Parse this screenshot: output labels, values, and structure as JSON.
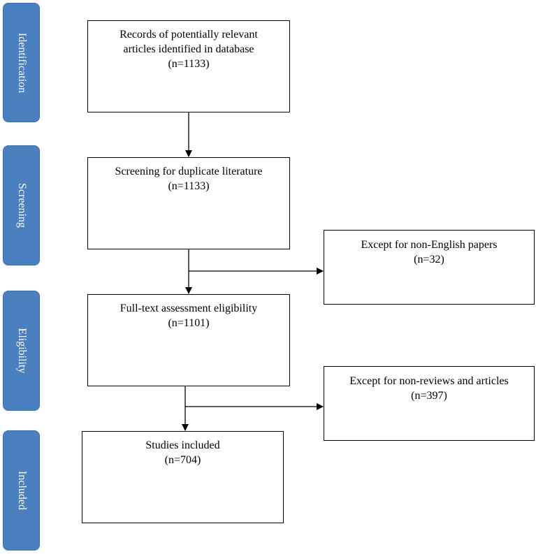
{
  "stages": [
    {
      "id": "identification",
      "label": "Identification"
    },
    {
      "id": "screening",
      "label": "Screening"
    },
    {
      "id": "eligibility",
      "label": "Eligibility"
    },
    {
      "id": "included",
      "label": "Included"
    }
  ],
  "boxes": {
    "records": {
      "title": "Records of potentially relevant articles identified in database",
      "count": "(n=1133)"
    },
    "screening": {
      "title": "Screening for duplicate literature",
      "count": "(n=1133)"
    },
    "exclude_non_english": {
      "title": "Except for non-English papers",
      "count": "(n=32)"
    },
    "fulltext": {
      "title": "Full-text assessment eligibility",
      "count": "(n=1101)"
    },
    "exclude_non_reviews": {
      "title": "Except for non-reviews and articles",
      "count": "(n=397)"
    },
    "included": {
      "title": "Studies included",
      "count": "(n=704)"
    }
  },
  "colors": {
    "stage_fill": "#4a7fc0",
    "stage_text": "#ffffff",
    "line": "#000000"
  }
}
